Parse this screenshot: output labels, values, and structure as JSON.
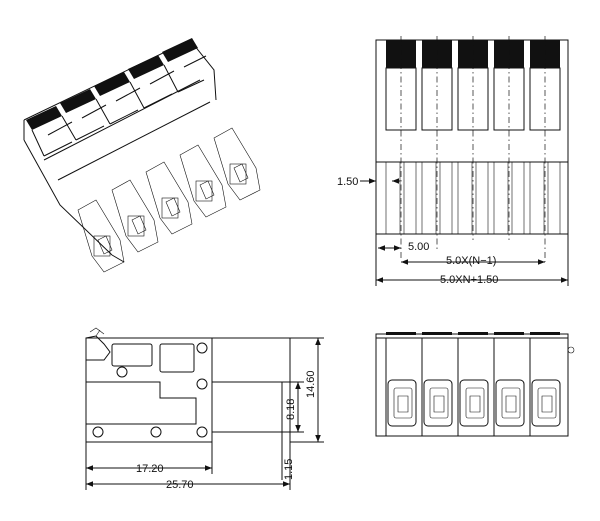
{
  "dimensions": {
    "pin_offset": "1.50",
    "pitch": "5.00",
    "pitch_span": "5.0X(N−1)",
    "total_width": "5.0XN+1.50",
    "height_total": "14.60",
    "height_inner": "8.18",
    "length_mid": "17.20",
    "length_total": "25.70",
    "offset_bottom": "1.15"
  },
  "views": [
    "isometric-view",
    "top-view",
    "side-view",
    "front-view"
  ],
  "colors": {
    "line": "#111111",
    "background": "#ffffff"
  }
}
